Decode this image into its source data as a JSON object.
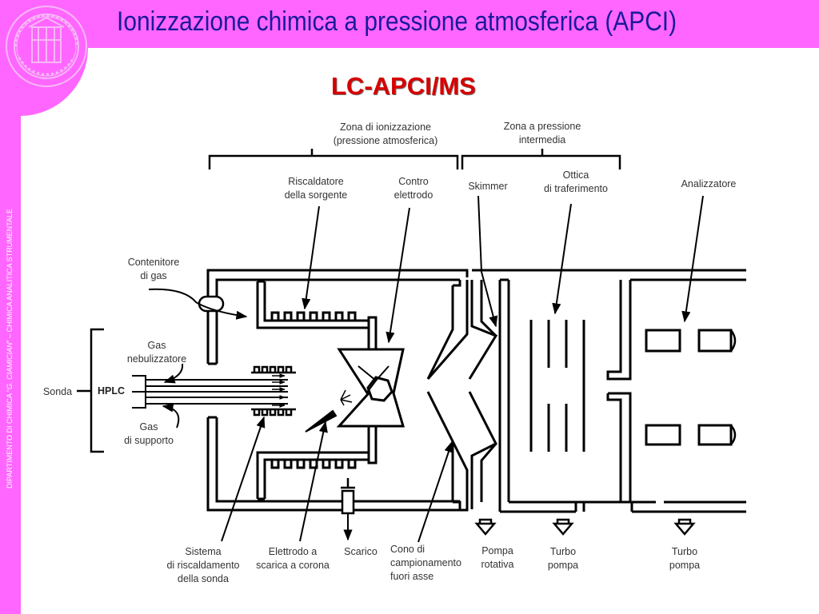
{
  "header": {
    "title": "Ionizzazione chimica a pressione atmosferica (APCI)",
    "subtitle": "LC-APCI/MS",
    "side_prefix": "DIPARTIMENTO DI CHIMICA “",
    "side_italic": "G. CIAMICIAN",
    "side_suffix": "” – CHIMICA ANALITICA STRUMENTALE"
  },
  "colors": {
    "frame": "#ff66ff",
    "title": "#1a1a9c",
    "subtitle": "#d60000"
  },
  "diagram": {
    "zone_ion_1": "Zona di ionizzazione",
    "zone_ion_2": "(pressione atmosferica)",
    "zone_mid_1": "Zona a pressione",
    "zone_mid_2": "intermedia",
    "heater_1": "Riscaldatore",
    "heater_2": "della sorgente",
    "counter_1": "Contro",
    "counter_2": "elettrodo",
    "skimmer": "Skimmer",
    "optics_1": "Ottica",
    "optics_2": "di traferimento",
    "analyzer": "Analizzatore",
    "gascont_1": "Contenitore",
    "gascont_2": "di gas",
    "neb_1": "Gas",
    "neb_2": "nebulizzatore",
    "sonda": "Sonda",
    "hplc": "HPLC",
    "sup_1": "Gas",
    "sup_2": "di supporto",
    "sys_1": "Sistema",
    "sys_2": "di riscaldamento",
    "sys_3": "della sonda",
    "elec_1": "Elettrodo a",
    "elec_2": "scarica a corona",
    "scarico": "Scarico",
    "cone_1": "Cono di",
    "cone_2": "campionamento",
    "cone_3": "fuori asse",
    "rot_1": "Pompa",
    "rot_2": "rotativa",
    "turbo1_1": "Turbo",
    "turbo1_2": "pompa",
    "turbo2_1": "Turbo",
    "turbo2_2": "pompa"
  }
}
